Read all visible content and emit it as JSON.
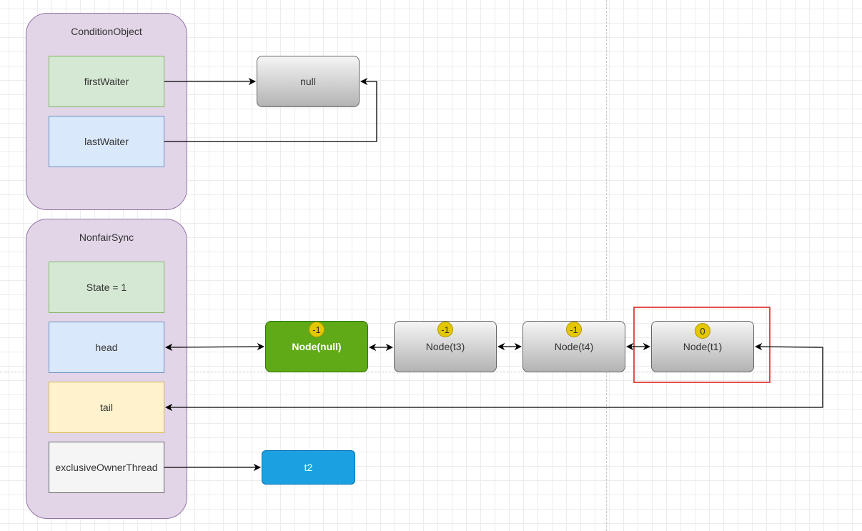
{
  "condition_object": {
    "title": "ConditionObject",
    "first_waiter": "firstWaiter",
    "last_waiter": "lastWaiter",
    "target_label": "null"
  },
  "nonfair_sync": {
    "title": "NonfairSync",
    "state": "State = 1",
    "head": "head",
    "tail": "tail",
    "exclusive_owner_thread": "exclusiveOwnerThread",
    "owner_value": "t2"
  },
  "queue": {
    "nodes": [
      {
        "label": "Node(null)",
        "wait_status": "-1"
      },
      {
        "label": "Node(t3)",
        "wait_status": "-1"
      },
      {
        "label": "Node(t4)",
        "wait_status": "-1"
      },
      {
        "label": "Node(t1)",
        "wait_status": "0"
      }
    ]
  },
  "colors": {
    "container": "#e1d5e7",
    "head_node": "#60a917",
    "owner_node": "#1ba1e2",
    "badge": "#e3c800",
    "highlight": "#e54d4d"
  }
}
